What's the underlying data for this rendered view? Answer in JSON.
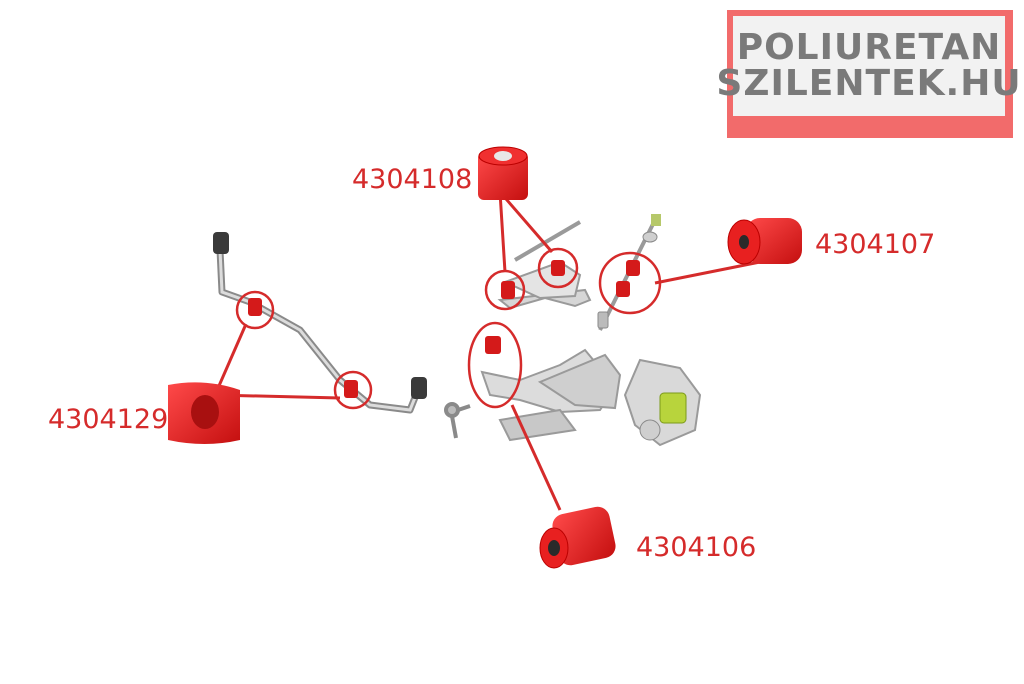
{
  "logo": {
    "line1": "POLIURETAN",
    "line2": "SZILENTEK.HU"
  },
  "part_numbers": {
    "upper_arm_bushing": "4304108",
    "strut_bushing": "4304107",
    "stabilizer_bushing": "4304129",
    "lower_arm_bushing": "4304106"
  },
  "colors": {
    "accent_red": "#d52b2b",
    "logo_bg": "#f26b6b",
    "logo_text": "#7a7a7a",
    "bushing_red": "#e01818"
  },
  "icons": [
    "poliuretan-logo",
    "bushing-icon",
    "stabilizer-bar-icon",
    "control-arm-icon",
    "subframe-icon",
    "knuckle-icon"
  ]
}
